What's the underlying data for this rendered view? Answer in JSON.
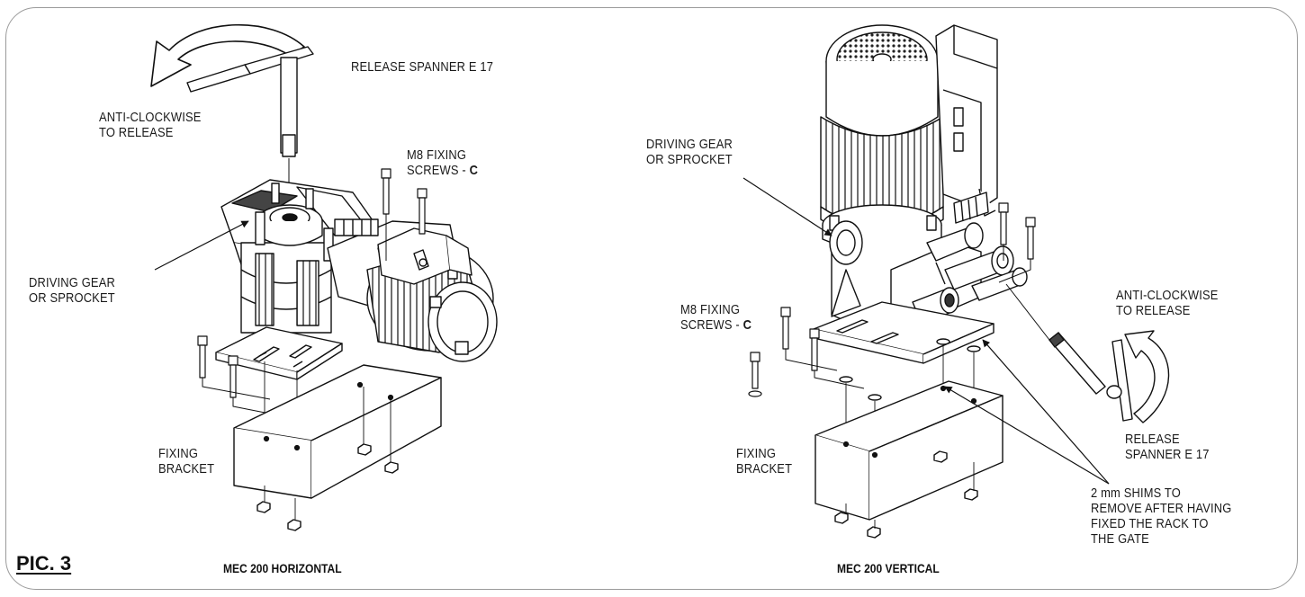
{
  "figure": {
    "label": "PIC. 3"
  },
  "left_view": {
    "caption": "MEC 200 HORIZONTAL",
    "labels": {
      "release_spanner": "RELEASE SPANNER E 17",
      "anti_clockwise": "ANTI-CLOCKWISE\nTO RELEASE",
      "m8_screws": "M8 FIXING\nSCREWS - ",
      "m8_screws_letter": "C",
      "driving_gear": "DRIVING GEAR\nOR SPROCKET",
      "fixing_bracket": "FIXING\nBRACKET"
    }
  },
  "right_view": {
    "caption": "MEC 200 VERTICAL",
    "labels": {
      "driving_gear": "DRIVING GEAR\nOR SPROCKET",
      "m8_screws": "M8 FIXING\nSCREWS - ",
      "m8_screws_letter": "C",
      "anti_clockwise": "ANTI-CLOCKWISE\nTO RELEASE",
      "release_spanner": "RELEASE\nSPANNER E 17",
      "fixing_bracket": "FIXING\nBRACKET",
      "shims": "2 mm SHIMS TO\nREMOVE AFTER HAVING\nFIXED THE RACK TO\nTHE GATE"
    }
  },
  "colors": {
    "frame": "#9a9a9a",
    "line": "#111111",
    "metal_dark": "#5a5a5a",
    "metal_light": "#e6e6e6"
  }
}
